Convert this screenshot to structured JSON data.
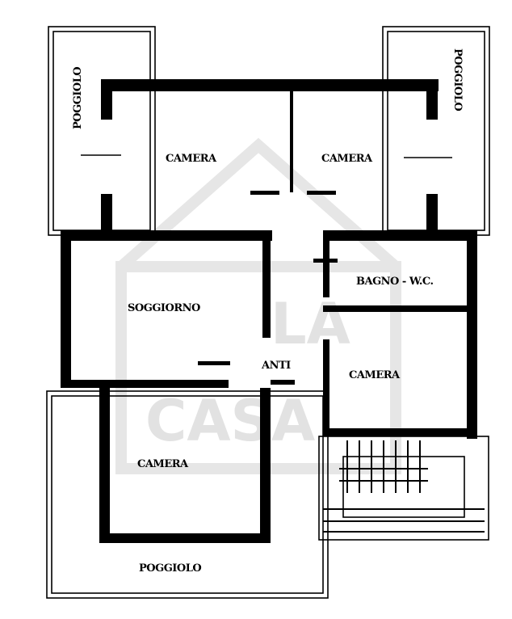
{
  "plan": {
    "rooms": {
      "balcony_top_left": "POGGIOLO",
      "balcony_top_right": "POGGIOLO",
      "bedroom_top_left": "CAMERA",
      "bedroom_top_right": "CAMERA",
      "bathroom": "BAGNO - W.C.",
      "living_room": "SOGGIORNO",
      "anteroom": "ANTI",
      "bedroom_right": "CAMERA",
      "bedroom_bottom": "CAMERA",
      "balcony_bottom": "POGGIOLO"
    },
    "watermark": [
      "LA",
      "CASA"
    ]
  }
}
